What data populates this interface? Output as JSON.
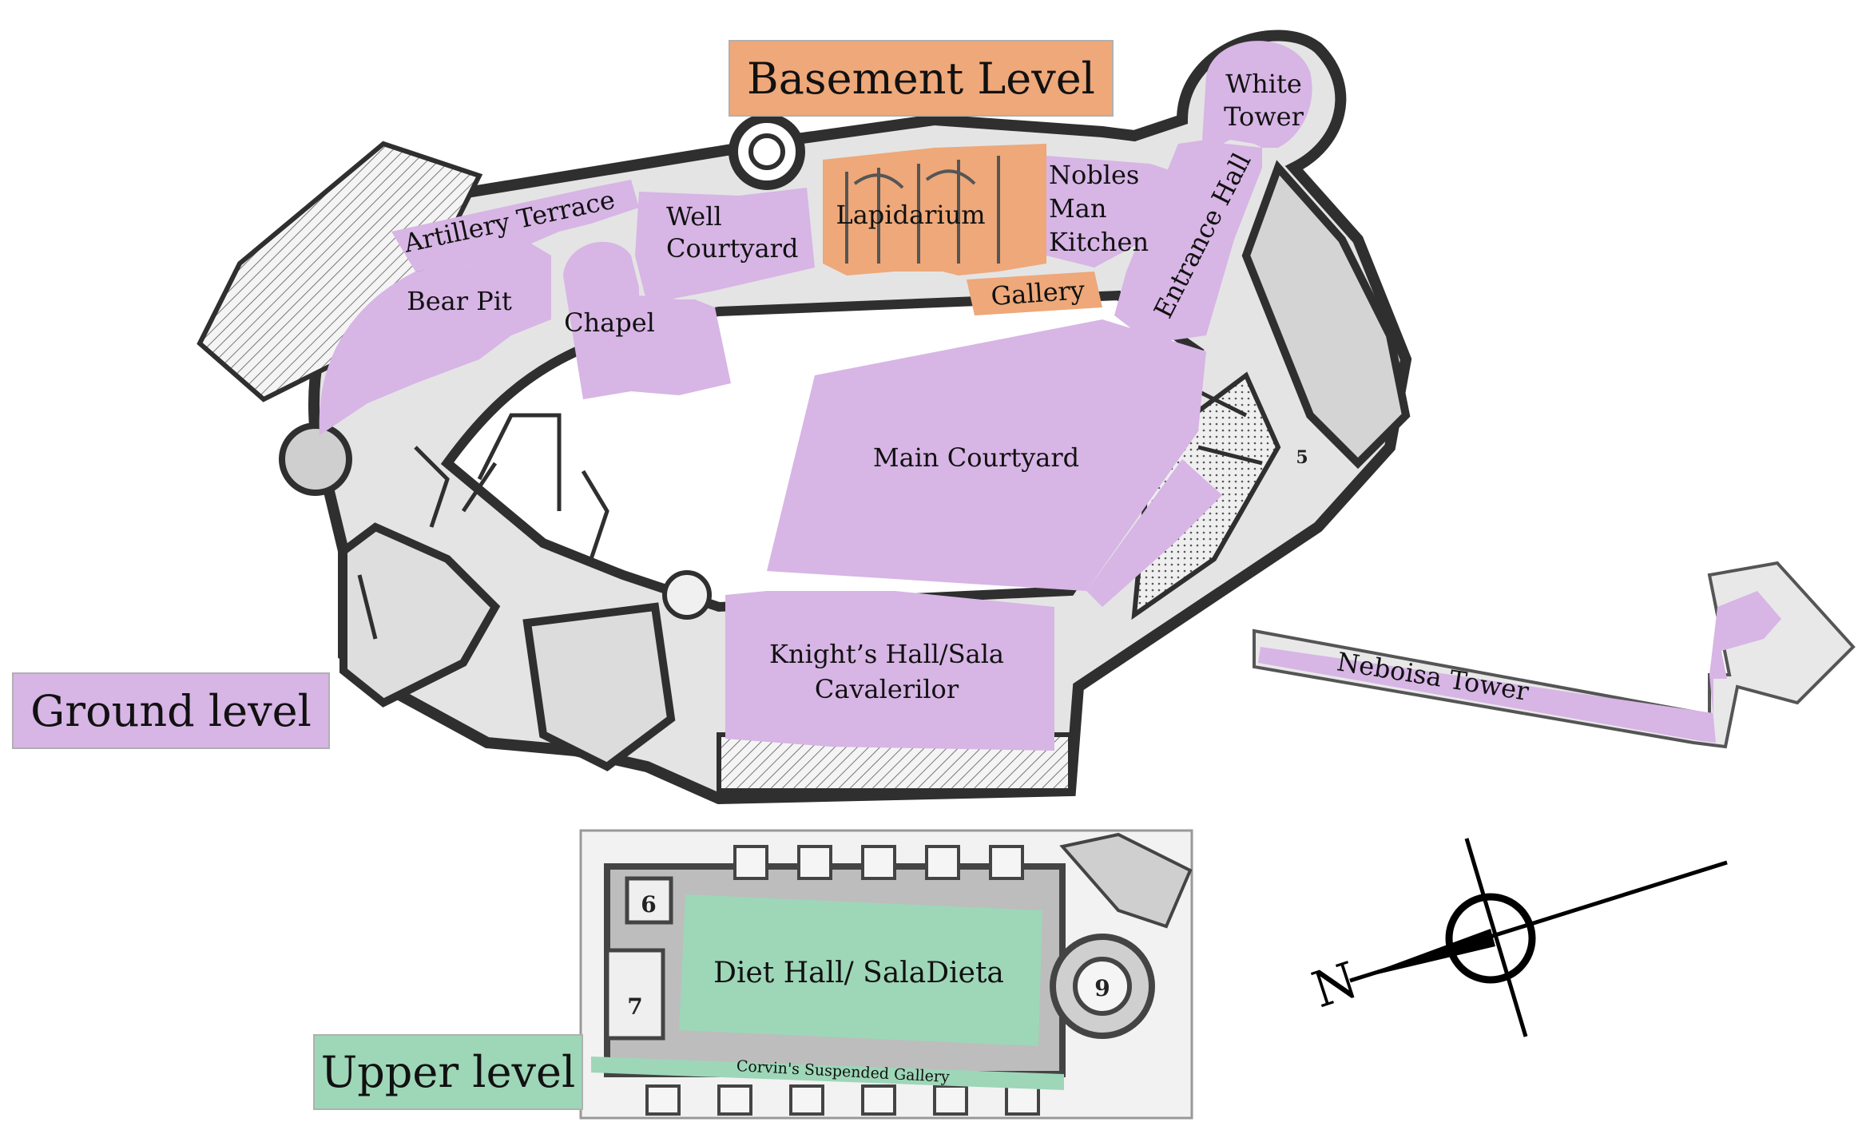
{
  "colors": {
    "ground": "#d7b5e5",
    "basement": "#eea879",
    "upper": "#9ed6b8",
    "wall": "#2f2f2f",
    "legend_border": "#b0b0b0"
  },
  "legend": {
    "basement_level": "Basement Level",
    "ground_level": "Ground level",
    "upper_level": "Upper level"
  },
  "rooms": {
    "white_tower_1": "White",
    "white_tower_2": "Tower",
    "entrance_hall": "Entrance Hall",
    "nobles_1": "Nobles",
    "nobles_2": "Man",
    "nobles_3": "Kitchen",
    "lapidarium": "Lapidarium",
    "gallery": "Gallery",
    "well_courtyard_1": "Well",
    "well_courtyard_2": "Courtyard",
    "artillery_terrace": "Artillery Terrace",
    "bear_pit": "Bear Pit",
    "chapel": "Chapel",
    "main_courtyard": "Main Courtyard",
    "knights_hall_1": "Knight’s Hall/Sala",
    "knights_hall_2": "Cavalerilor",
    "neboisa_tower": "Neboisa Tower",
    "diet_hall": "Diet Hall/ SalaDieta",
    "corvins_gallery": "Corvin's Suspended Gallery"
  },
  "plan_numbers": {
    "room_6": "6",
    "room_7": "7",
    "room_9": "9",
    "room_5": "5"
  },
  "compass": {
    "north_label": "N"
  }
}
